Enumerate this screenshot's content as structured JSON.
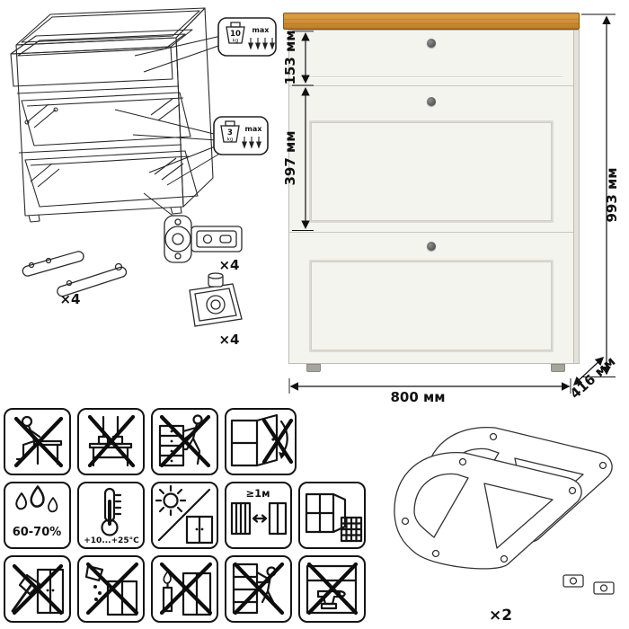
{
  "dimensions": {
    "top_drawer_height": "153 мм",
    "flap_section_height": "397 мм",
    "total_height": "993 мм",
    "width": "800 мм",
    "depth": "416 мм"
  },
  "load_limits": {
    "top_drawer": {
      "value": "10",
      "unit": "kg",
      "note": "max"
    },
    "flap": {
      "value": "3",
      "unit": "kg",
      "note": "max"
    }
  },
  "hardware": {
    "lid_stay_qty": "×4",
    "hinge_qty": "×4",
    "mount_plate_qty": "×4"
  },
  "parts": {
    "side_frame_qty": "×2"
  },
  "care": {
    "humidity_range": "60-70%",
    "temperature_range": "+10...+25°С",
    "heater_distance": "≥1м"
  }
}
